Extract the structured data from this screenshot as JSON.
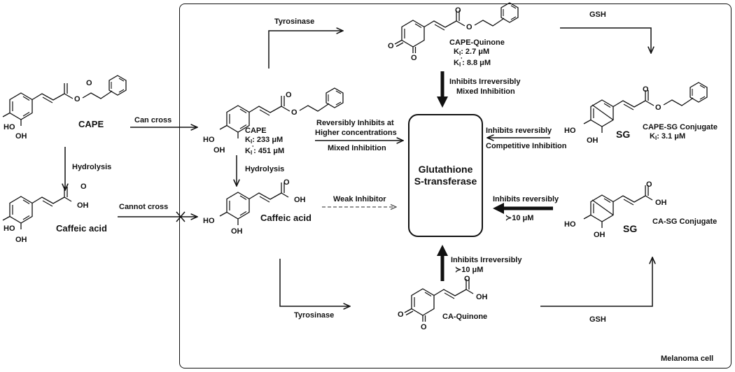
{
  "cell": {
    "label": "Melanoma cell"
  },
  "enzyme": {
    "line1": "Glutathione",
    "line2": "S-transferase"
  },
  "molecules": {
    "cape_outside": {
      "name": "CAPE",
      "oh1": "HO",
      "oh2": "OH",
      "o_ester1": "O",
      "o_ester2": "O"
    },
    "ca_outside": {
      "name": "Caffeic acid",
      "oh1": "HO",
      "oh2": "OH",
      "o1": "O",
      "o2": "OH"
    },
    "cape_inside": {
      "name": "CAPE",
      "ki_label": "K",
      "ki_sub": "I",
      "ki_value": ": 233 μM",
      "kip_label": "K",
      "kip_sub": "I",
      "kip_sup": "'",
      "kip_value": ": 451 μM",
      "oh1": "HO",
      "oh2": "OH",
      "o_ester1": "O",
      "o_ester2": "O"
    },
    "ca_inside": {
      "name": "Caffeic acid",
      "oh1": "HO",
      "oh2": "OH",
      "o1": "O",
      "o2": "OH"
    },
    "cape_quinone": {
      "name": "CAPE-Quinone",
      "ki_label": "K",
      "ki_sub": "I",
      "ki_value": ": 2.7 μM",
      "kip_label": "K",
      "kip_sub": "I",
      "kip_sup": "'",
      "kip_value": ": 8.8 μM",
      "o1": "O",
      "o2": "O",
      "o_ester1": "O",
      "o_ester2": "O"
    },
    "cape_sg": {
      "name": "CAPE-SG Conjugate",
      "ki_label": "K",
      "ki_sub": "I",
      "ki_value": ": 3.1 μM",
      "sg": "SG",
      "oh1": "HO",
      "oh2": "OH",
      "o_ester1": "O",
      "o_ester2": "O"
    },
    "ca_sg": {
      "name": "CA-SG Conjugate",
      "sg": "SG",
      "oh1": "HO",
      "oh2": "OH",
      "o1": "O",
      "o2": "OH"
    },
    "ca_quinone": {
      "name": "CA-Quinone",
      "o1": "O",
      "o2": "O",
      "o3": "O",
      "o4": "OH"
    }
  },
  "arrows": {
    "can_cross": "Can cross",
    "cannot_cross": "Cannot cross",
    "hydrolysis_outside": "Hydrolysis",
    "hydrolysis_inside": "Hydrolysis",
    "tyrosinase_top": "Tyrosinase",
    "tyrosinase_bottom": "Tyrosinase",
    "gsh_top": "GSH",
    "gsh_bottom": "GSH",
    "cape_quinone_inhib_1": "Inhibits Irreversibly",
    "cape_quinone_inhib_2": "Mixed Inhibition",
    "cape_inhib_1": "Reversibly Inhibits at",
    "cape_inhib_2": "Higher concentrations",
    "cape_inhib_3": "Mixed Inhibition",
    "ca_inhib": "Weak Inhibitor",
    "cape_sg_inhib_1": "Inhibits reversibly",
    "cape_sg_inhib_2": "Competitive Inhibition",
    "ca_sg_inhib_1": "Inhibits reversibly",
    "ca_sg_inhib_2": "≻10 μM",
    "ca_quinone_inhib_1": "Inhibits Irreversibly",
    "ca_quinone_inhib_2": "≻10 μM"
  }
}
